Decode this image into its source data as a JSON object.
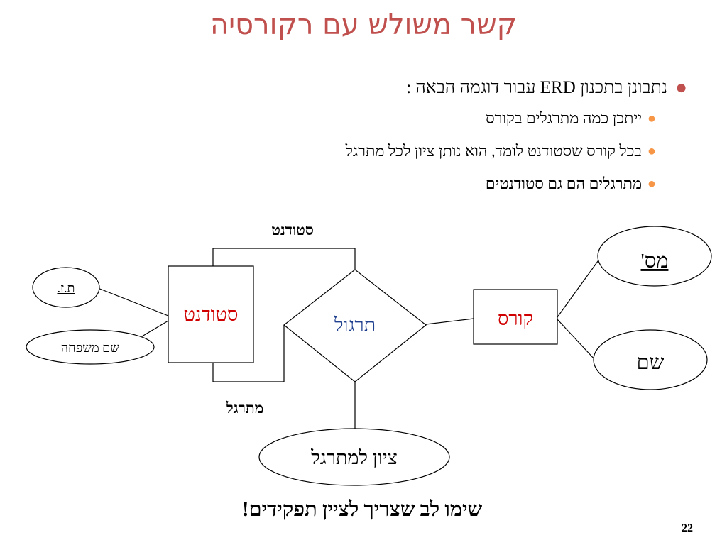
{
  "slide": {
    "title": "קשר משולש עם רקורסיה",
    "main_bullet": "נתבונן בתכנון ERD עבור דוגמה הבאה :",
    "sub_bullets": [
      "ייתכן כמה מתרגלים בקורס",
      "בכל קורס שסטודנט לומד, הוא נותן ציון לכל מתרגל",
      "מתרגלים הם גם סטודנטים"
    ],
    "note": "שימו לב שצריך לציין תפקידים!",
    "page_number": "22"
  },
  "diagram": {
    "entities": {
      "student": "סטודנט",
      "course": "קורס"
    },
    "relationship": "תרגול",
    "attributes": {
      "id": "ת.ז.",
      "last_name": "שם משפחה",
      "course_num": "מס'",
      "course_name": "שם",
      "grade": "ציון למתרגל"
    },
    "roles": {
      "student_role": "סטודנט",
      "tutor_role": "מתרגל"
    },
    "colors": {
      "title": "#c0504d",
      "entity_text": "#d00000",
      "relationship_text": "#1f3f8f",
      "bullet_main": "#c0504d",
      "bullet_sub": "#f79646"
    }
  }
}
